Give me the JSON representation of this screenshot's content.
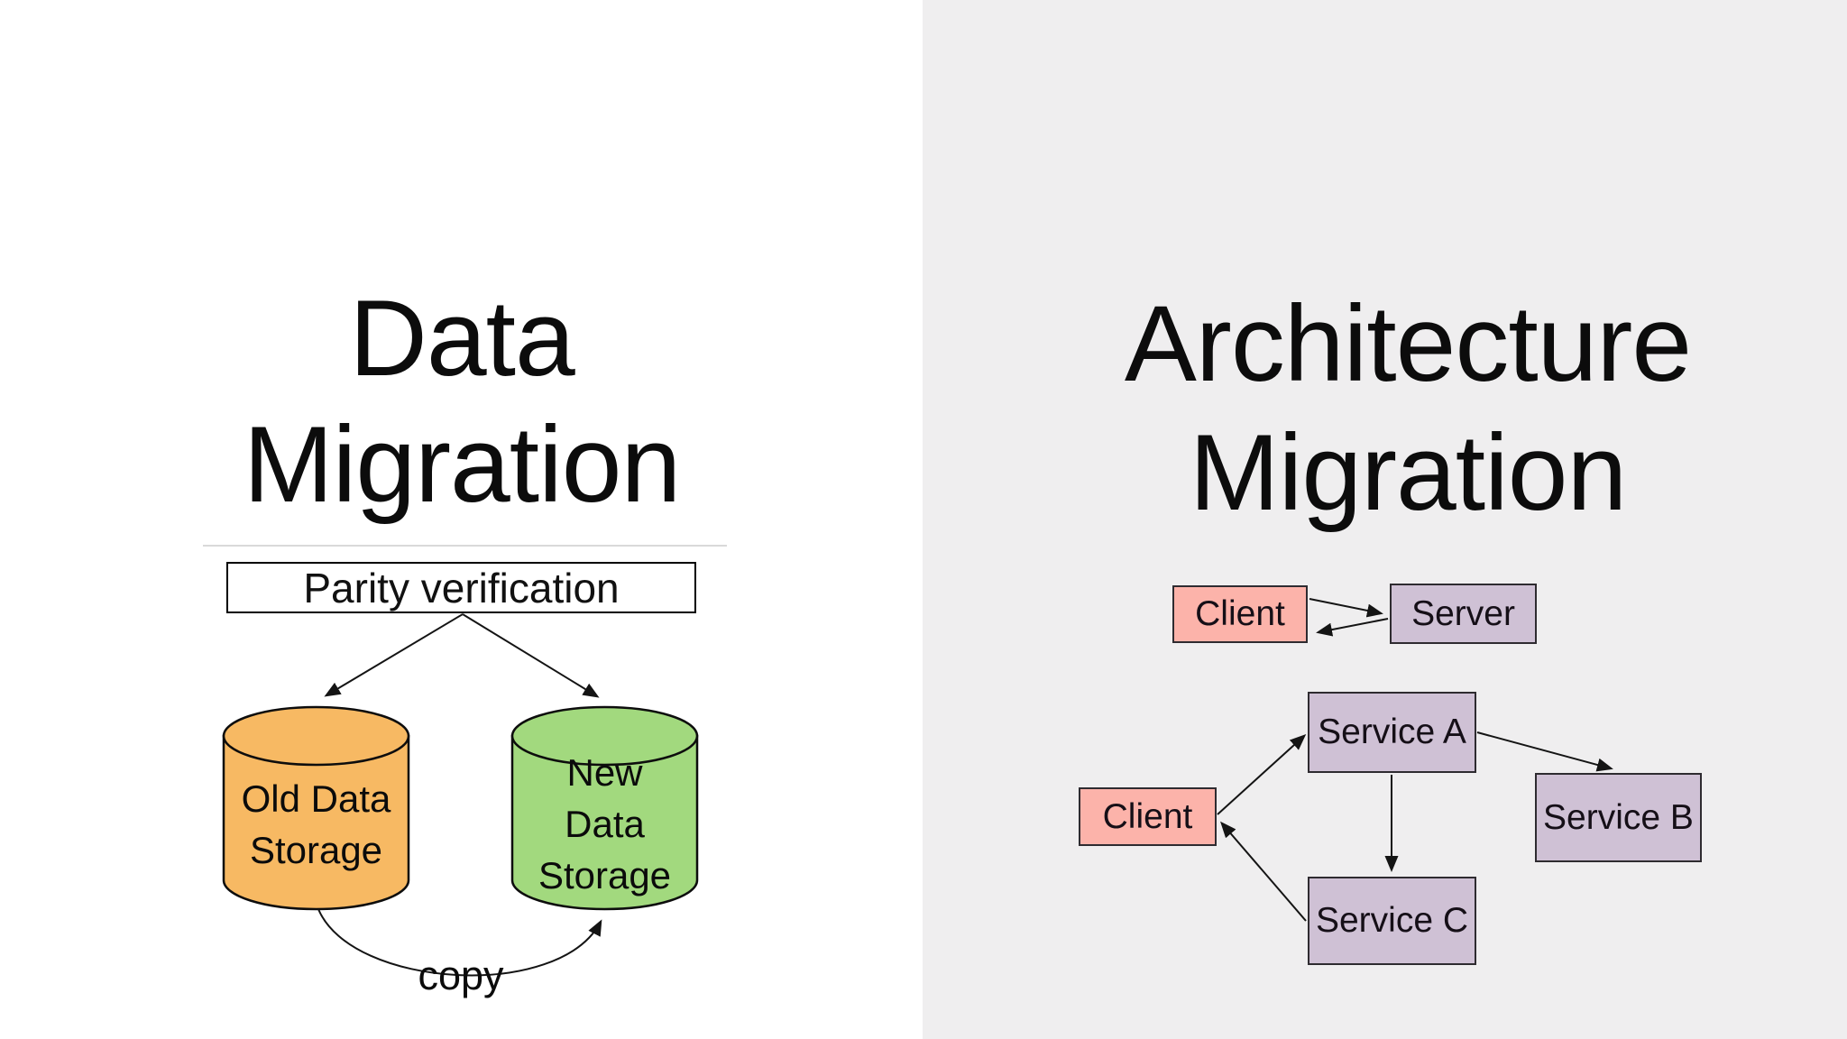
{
  "slide": {
    "left": {
      "title_lines": [
        "Data",
        "Migration"
      ],
      "parity_label": "Parity verification",
      "old_storage": {
        "label": "Old Data Storage",
        "lines": [
          "Old Data",
          "Storage"
        ],
        "fill": "#f7b963"
      },
      "new_storage": {
        "label": "New Data Storage",
        "lines": [
          "New",
          "Data",
          "Storage"
        ],
        "fill": "#a2d97e"
      },
      "copy_label": "copy",
      "background": "#ffffff"
    },
    "right": {
      "title_lines": [
        "Architecture",
        "Migration"
      ],
      "monolith": {
        "client_label": "Client",
        "server_label": "Server"
      },
      "microservices": {
        "client_label": "Client",
        "services": [
          "Service A",
          "Service B",
          "Service C"
        ]
      },
      "client_fill": "#fcb3aa",
      "service_fill": "#cfc1d5",
      "background": "#efeeef"
    }
  }
}
